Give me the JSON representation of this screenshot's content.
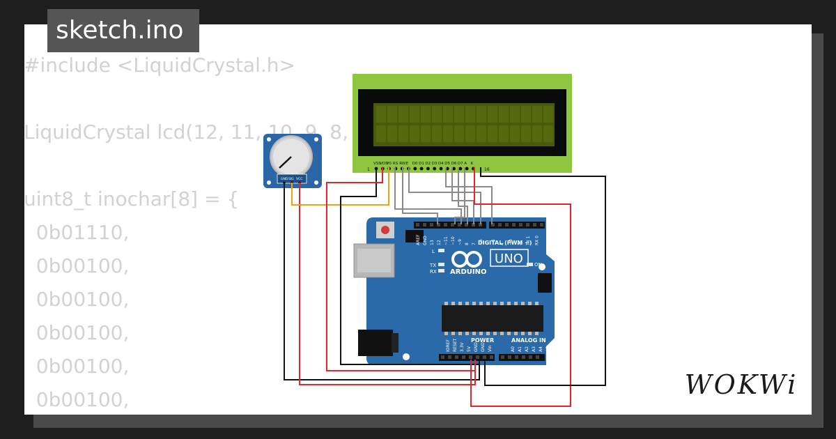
{
  "tab": {
    "filename": "sketch.ino"
  },
  "code_lines": [
    "#include <LiquidCrystal.h>",
    "",
    "LiquidCrystal lcd(12, 11, 10, 9, 8, 7);",
    "",
    "uint8_t inochar[8] = {",
    "  0b01110,",
    "  0b00100,",
    "  0b00100,",
    "  0b00100,",
    "  0b00100,",
    "  0b00100,"
  ],
  "lcd": {
    "pin_labels": [
      "VSS",
      "VDD",
      "V0",
      "RS",
      "RW",
      "E",
      "D0",
      "D1",
      "D2",
      "D3",
      "D4",
      "D5",
      "D6",
      "D7",
      "A",
      "K"
    ],
    "pin_first": "1",
    "pin_last": "16",
    "color": "#8fc63f",
    "screen_color": "#4b5a0a"
  },
  "potentiometer": {
    "pin_labels": [
      "GND",
      "SIG",
      "VCC"
    ]
  },
  "arduino": {
    "brand": "ARDUINO",
    "model": "UNO",
    "digital_label": "DIGITAL (PWM ~)",
    "digital_pins": [
      "AREF",
      "GND",
      "13",
      "12",
      "~11",
      "~10",
      "~9",
      "8",
      "7",
      "~6",
      "~5",
      "4",
      "~3",
      "2",
      "TX 1",
      "RX 0"
    ],
    "power_label": "POWER",
    "analog_label": "ANALOG IN",
    "power_pins": [
      "IOREF",
      "RESET",
      "3.3V",
      "5V",
      "GND",
      "GND",
      "Vin"
    ],
    "analog_pins": [
      "A0",
      "A1",
      "A2",
      "A3",
      "A4",
      "A5"
    ],
    "leds": {
      "l": "L",
      "tx": "TX",
      "rx": "RX",
      "on": "ON"
    },
    "board_color": "#2b6aa8"
  },
  "wire_colors": {
    "red": "#e8232a",
    "black": "#111111",
    "gray": "#8a8a8a",
    "orange": "#f2a114"
  },
  "logo": {
    "text": "WOKWi"
  }
}
